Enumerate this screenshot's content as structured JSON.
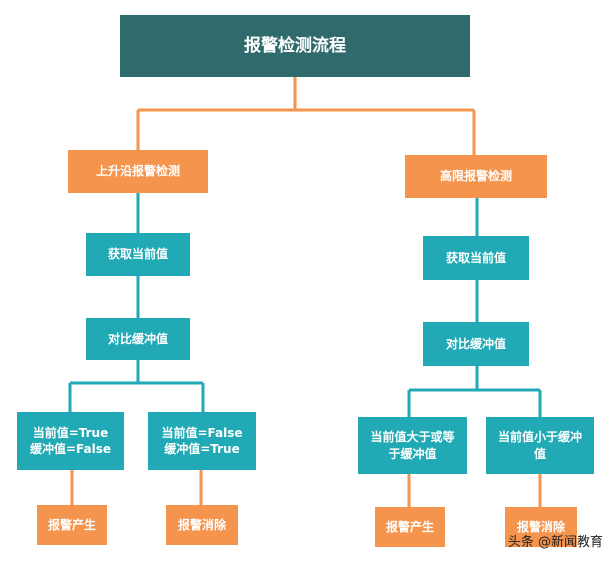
{
  "title": "报警检测流程",
  "left": {
    "header": "上升沿报警检测",
    "step1": "获取当前值",
    "step2": "对比缓冲值",
    "cond_a": "当前值=True\n缓冲值=False",
    "cond_b": "当前值=False\n缓冲值=True",
    "result_a": "报警产生",
    "result_b": "报警消除"
  },
  "right": {
    "header": "高限报警检测",
    "step1": "获取当前值",
    "step2": "对比缓冲值",
    "cond_a": "当前值大于或等\n于缓冲值",
    "cond_b": "当前值小于缓冲\n值",
    "result_a": "报警产生",
    "result_b": "报警消除"
  },
  "watermark": "头条 @新闻教育",
  "colors": {
    "title_bg": "#2f6b6d",
    "orange": "#f4944d",
    "teal": "#21aab5"
  }
}
